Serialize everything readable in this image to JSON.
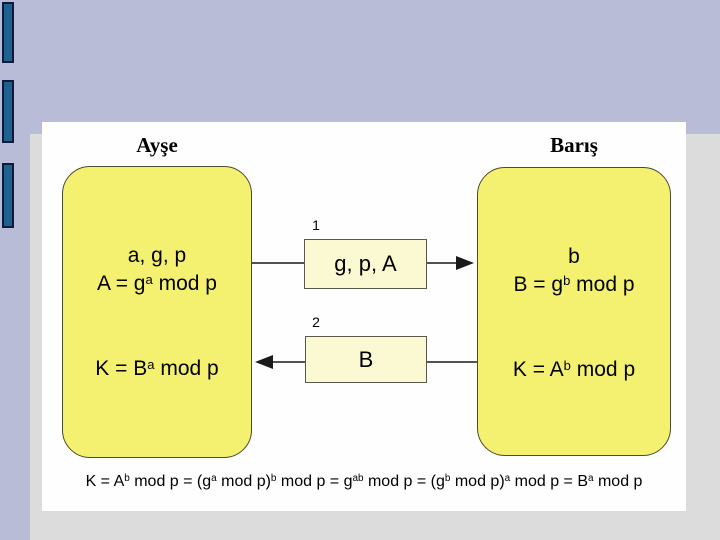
{
  "colors": {
    "slide_background": "#b8bcd6",
    "panel_background": "#fefefe",
    "panel_shadow": "#dcdcdc",
    "party_box_fill": "#f5f170",
    "party_box_border": "#4c4a2e",
    "message_box_fill": "#fbf9d2",
    "message_box_border": "#5a584a",
    "accent_bar_fill": "#1e618f",
    "accent_bar_border": "#0d1b3a",
    "text": "#000000"
  },
  "parties": {
    "left": {
      "title": "Ayşe",
      "formulas": {
        "secret": [
          {
            "t": "a, g, p"
          }
        ],
        "compute": [
          {
            "t": "A = g"
          },
          {
            "sup": "a"
          },
          {
            "t": " mod p"
          }
        ],
        "key": [
          {
            "t": "K = B"
          },
          {
            "sup": "a"
          },
          {
            "t": " mod p"
          }
        ]
      }
    },
    "right": {
      "title": "Barış",
      "formulas": {
        "secret": [
          {
            "t": "b"
          }
        ],
        "compute": [
          {
            "t": "B = g"
          },
          {
            "sup": "b"
          },
          {
            "t": " mod p"
          }
        ],
        "key": [
          {
            "t": "K = A"
          },
          {
            "sup": "b"
          },
          {
            "t": " mod p"
          }
        ]
      }
    }
  },
  "messages": [
    {
      "step": "1",
      "direction": "right",
      "content": [
        {
          "t": "g, p, A"
        }
      ]
    },
    {
      "step": "2",
      "direction": "left",
      "content": [
        {
          "t": "B"
        }
      ]
    }
  ],
  "conclusion": [
    {
      "t": "K = A"
    },
    {
      "sup": "b"
    },
    {
      "t": " mod p = (g"
    },
    {
      "sup": "a"
    },
    {
      "t": " mod p)"
    },
    {
      "sup": "b"
    },
    {
      "t": " mod p = g"
    },
    {
      "sup": "ab"
    },
    {
      "t": " mod p = (g"
    },
    {
      "sup": "b"
    },
    {
      "t": " mod p)"
    },
    {
      "sup": "a"
    },
    {
      "t": " mod p = B"
    },
    {
      "sup": "a"
    },
    {
      "t": " mod p"
    }
  ]
}
